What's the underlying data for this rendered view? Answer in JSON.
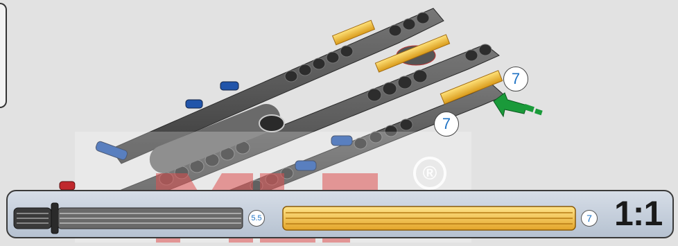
{
  "callouts": [
    {
      "label": "7"
    },
    {
      "label": "7"
    }
  ],
  "watermark": {
    "registered_mark": "®"
  },
  "parts": [
    {
      "name": "grey-axle-with-stop",
      "quantity": "5.5",
      "color": "#4a4a4a"
    },
    {
      "name": "yellow-axle",
      "quantity": "7",
      "color": "#f2c53d"
    }
  ],
  "scale": "1:1",
  "colors": {
    "background": "#e2e2e2",
    "beam": "#5a5a5a",
    "pin_blue": "#2255aa",
    "axle_yellow": "#f2c53d",
    "arrow_green": "#1a9a3a",
    "callout_text": "#1f73c4"
  }
}
